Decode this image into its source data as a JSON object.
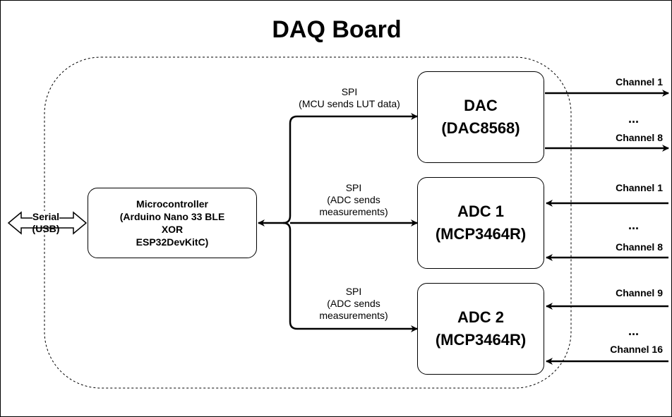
{
  "title": "DAQ Board",
  "microcontroller": {
    "lines": [
      "Microcontroller",
      "(Arduino Nano 33 BLE",
      "XOR",
      "ESP32DevKitC)"
    ]
  },
  "dac": {
    "lines": [
      "DAC",
      "(DAC8568)"
    ]
  },
  "adc1": {
    "lines": [
      "ADC 1",
      "(MCP3464R)"
    ]
  },
  "adc2": {
    "lines": [
      "ADC 2",
      "(MCP3464R)"
    ]
  },
  "spi_dac": {
    "lines": [
      "SPI",
      "(MCU sends LUT data)"
    ]
  },
  "spi_adc1": {
    "lines": [
      "SPI",
      "(ADC sends",
      "measurements)"
    ]
  },
  "spi_adc2": {
    "lines": [
      "SPI",
      "(ADC sends",
      "measurements)"
    ]
  },
  "serial": {
    "lines": [
      "Serial",
      "(USB)"
    ]
  },
  "dac_channels": {
    "first": "Channel 1",
    "ellipsis": "...",
    "last": "Channel 8"
  },
  "adc1_channels": {
    "first": "Channel 1",
    "ellipsis": "...",
    "last": "Channel 8"
  },
  "adc2_channels": {
    "first": "Channel 9",
    "ellipsis": "...",
    "last": "Channel 16"
  },
  "colors": {
    "stroke": "#000000",
    "background": "#ffffff"
  }
}
